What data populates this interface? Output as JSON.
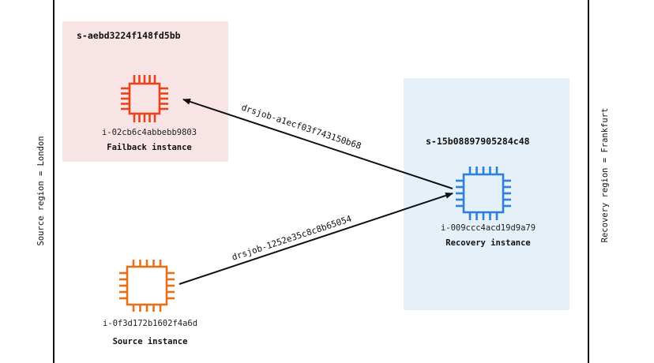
{
  "regions": {
    "source_label": "Source region = London",
    "recovery_label": "Recovery region = Frankfurt"
  },
  "servers": {
    "failback": {
      "title": "s-aebd3224f148fd5bb",
      "color": "#f8e4e4"
    },
    "recovery": {
      "title": "s-15b08897905284c48",
      "color": "#e6f0f8"
    }
  },
  "instances": {
    "failback": {
      "id": "i-02cb6c4abbebb9803",
      "name": "Failback instance",
      "color": "#e8431a"
    },
    "recovery": {
      "id": "i-009ccc4acd19d9a79",
      "name": "Recovery instance",
      "color": "#2e80d8"
    },
    "source": {
      "id": "i-0f3d172b1602f4a6d",
      "name": "Source instance",
      "color": "#e8701a"
    }
  },
  "jobs": {
    "failback_job": "drsjob-a1ecf03f743150b68",
    "replication_job": "drsjob-1252e35c8c8b65054"
  },
  "icon": "ec2-instance-chip-icon"
}
